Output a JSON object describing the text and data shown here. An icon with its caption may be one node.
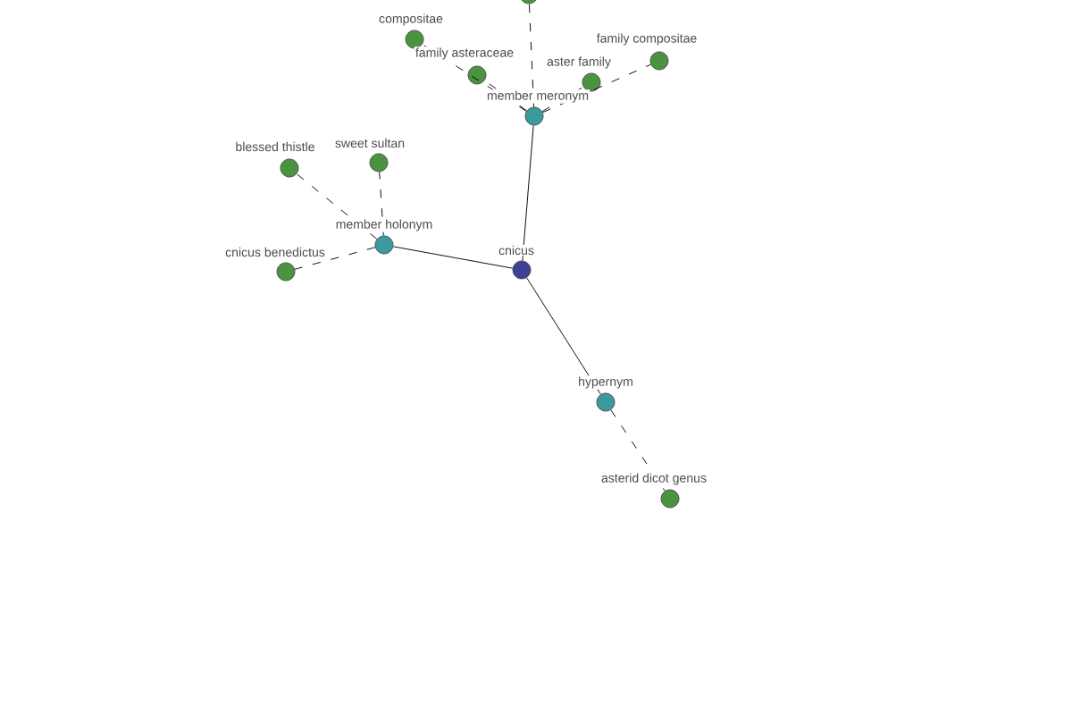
{
  "diagram": {
    "nodes": [
      {
        "text": [],
        "shape": "circle",
        "beside": [
          "cnicus"
        ]
      },
      {
        "text": [],
        "shape": "circle",
        "beside": [
          "member meronym"
        ]
      },
      {
        "text": [],
        "shape": "circle",
        "beside": [
          "member holonym"
        ]
      },
      {
        "text": [],
        "shape": "circle",
        "beside": [
          "hypernym"
        ]
      },
      {
        "text": [],
        "shape": "circle"
      },
      {
        "text": [],
        "shape": "circle",
        "beside": [
          "compositae"
        ]
      },
      {
        "text": [],
        "shape": "circle",
        "beside": [
          "family asteraceae"
        ]
      },
      {
        "text": [],
        "shape": "circle",
        "beside": [
          "aster family"
        ]
      },
      {
        "text": [],
        "shape": "circle",
        "beside": [
          "family compositae"
        ]
      },
      {
        "text": [],
        "shape": "circle",
        "beside": [
          "blessed thistle"
        ]
      },
      {
        "text": [],
        "shape": "circle",
        "beside": [
          "sweet sultan"
        ]
      },
      {
        "text": [],
        "shape": "circle",
        "beside": [
          "cnicus benedictus"
        ]
      },
      {
        "text": [],
        "shape": "circle",
        "beside": [
          "asterid dicot genus"
        ]
      }
    ],
    "edges": [
      {
        "from": 0,
        "to": 1,
        "arrow": "none"
      },
      {
        "from": 0,
        "to": 2,
        "arrow": "none"
      },
      {
        "from": 0,
        "to": 3,
        "arrow": "none"
      },
      {
        "from": 1,
        "to": 4,
        "arrow": "none",
        "style": "dashed"
      },
      {
        "from": 1,
        "to": 5,
        "arrow": "none",
        "style": "dashed"
      },
      {
        "from": 1,
        "to": 6,
        "arrow": "none",
        "style": "dashed"
      },
      {
        "from": 1,
        "to": 7,
        "arrow": "none",
        "style": "dashed"
      },
      {
        "from": 1,
        "to": 8,
        "arrow": "none",
        "style": "dashed"
      },
      {
        "from": 2,
        "to": 9,
        "arrow": "none",
        "style": "dashed"
      },
      {
        "from": 2,
        "to": 10,
        "arrow": "none",
        "style": "dashed"
      },
      {
        "from": 2,
        "to": 11,
        "arrow": "none",
        "style": "dashed"
      },
      {
        "from": 3,
        "to": 12,
        "arrow": "none",
        "style": "dashed"
      }
    ]
  }
}
